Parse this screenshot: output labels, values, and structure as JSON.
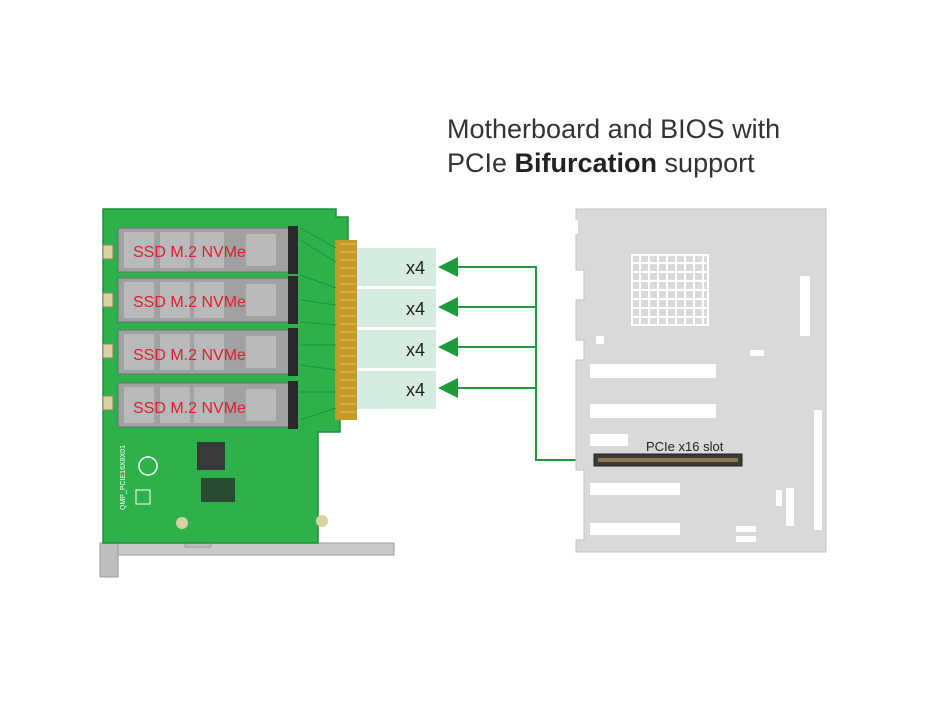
{
  "heading": {
    "line1": "Motherboard and BIOS with",
    "line2_prefix": "PCIe ",
    "line2_bold": "Bifurcation",
    "line2_suffix": " support"
  },
  "card": {
    "ssd_label": "SSD M.2 NVMe",
    "slots": [
      "SSD M.2 NVMe",
      "SSD M.2 NVMe",
      "SSD M.2 NVMe",
      "SSD M.2 NVMe"
    ]
  },
  "lanes": [
    "x4",
    "x4",
    "x4",
    "x4"
  ],
  "motherboard": {
    "slot_label": "PCIe x16 slot"
  },
  "colors": {
    "pcb_green": "#2db14a",
    "arrow_green": "#1f9a3a",
    "band_green": "#d6ece1",
    "board_gray": "#d9d9d9",
    "ssd_text": "#e0202a"
  }
}
